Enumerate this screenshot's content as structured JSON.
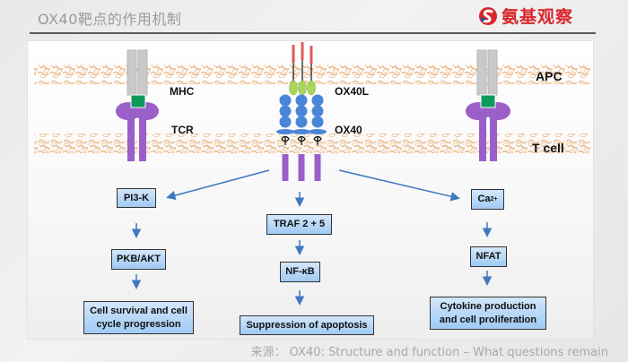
{
  "header": {
    "title": "OX40靶点的作用机制",
    "brand_name": "氨基观察",
    "brand_logo_icon": "brand-s-logo-icon"
  },
  "colors": {
    "brand_red": "#d9262c",
    "membrane": "#f0c8a0",
    "mhc_gray": "#c9c9c9",
    "peptide_green": "#0e9a5c",
    "tcr_purple": "#9a5fc8",
    "ox40l_red": "#e05a5a",
    "ox40l_green": "#a8d65a",
    "ox40_blue": "#4a86d8",
    "arrow_blue": "#3f78c0",
    "box_fill": "#a9d0f5"
  },
  "diagram": {
    "membranes": {
      "top_label": "APC",
      "bottom_label": "T cell"
    },
    "receptors": {
      "mhc_label": "MHC",
      "tcr_label": "TCR",
      "ox40l_label": "OX40L",
      "ox40_label": "OX40"
    },
    "pathways": [
      {
        "name": "pi3k",
        "steps": [
          "PI3-K",
          "PKB/AKT"
        ],
        "outcome": [
          "Cell survival and cell",
          "cycle progression"
        ]
      },
      {
        "name": "traf",
        "steps": [
          "TRAF 2 + 5",
          "NF-κB"
        ],
        "outcome": [
          "Suppression of apoptosis"
        ]
      },
      {
        "name": "calcium",
        "steps": [
          "Ca",
          "NFAT"
        ],
        "ca_subscript": "2+",
        "outcome": [
          "Cytokine production",
          "and cell proliferation"
        ]
      }
    ]
  },
  "footer": {
    "source": "来源： OX40: Structure and function – What questions remain"
  }
}
